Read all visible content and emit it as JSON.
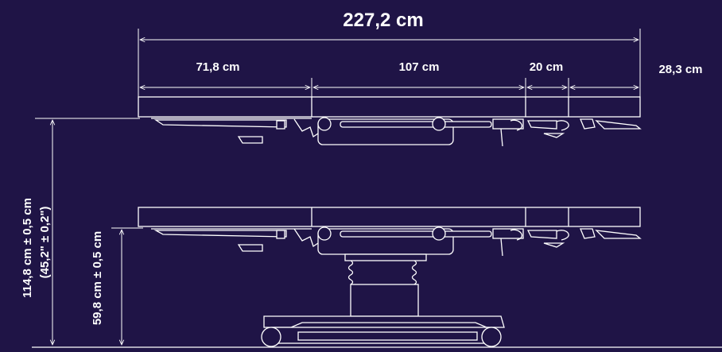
{
  "colors": {
    "background": "#1f1446",
    "line": "#ffffff"
  },
  "dimensions": {
    "total_length": "227,2 cm",
    "head_section": "71,8 cm",
    "middle_section": "107 cm",
    "leg_section_1": "20 cm",
    "leg_section_2": "28,3 cm",
    "max_height_metric": "114,8 cm  ± 0,5 cm",
    "max_height_imperial": "(45,2\"  ± 0,2\")",
    "min_height_metric": "59,8 cm  ± 0,5 cm"
  }
}
